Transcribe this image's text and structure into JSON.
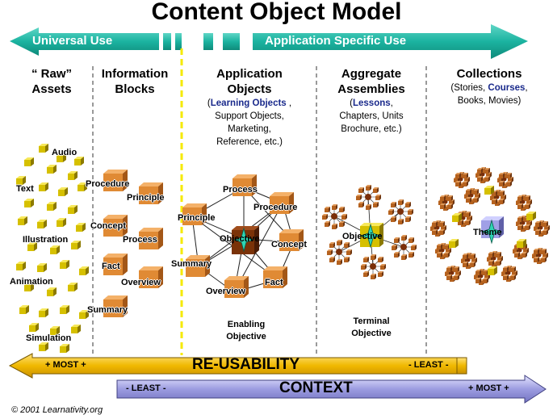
{
  "title": "Content Object Model",
  "top_arrow": {
    "left_label": "Universal Use",
    "right_label": "Application Specific Use",
    "color": "#1bb3a0"
  },
  "columns": {
    "raw_assets": {
      "heading_line1": "“ Raw”",
      "heading_line2": "Assets",
      "items": [
        "Audio",
        "Text",
        "Illustration",
        "Animation",
        "Simulation"
      ]
    },
    "information_blocks": {
      "heading_line1": "Information",
      "heading_line2": "Blocks",
      "items": [
        "Procedure",
        "Principle",
        "Concept",
        "Process",
        "Fact",
        "Overview",
        "Summary"
      ]
    },
    "application_objects": {
      "heading_line1": "Application",
      "heading_line2": "Objects",
      "sub_paren_open": "(",
      "sub_highlight": "Learning Objects",
      "sub_rest1": " ,",
      "sub_line2": "Support Objects,",
      "sub_line3": "Marketing,",
      "sub_line4": "Reference, etc.)",
      "items": [
        "Process",
        "Procedure",
        "Principle",
        "Objective",
        "Concept",
        "Summary",
        "Fact",
        "Overview"
      ],
      "caption_line1": "Enabling",
      "caption_line2": "Objective"
    },
    "aggregate_assemblies": {
      "heading_line1": "Aggregate",
      "heading_line2": "Assemblies",
      "sub_paren_open": "(",
      "sub_highlight": "Lessons",
      "sub_rest1": ",",
      "sub_line2": "Chapters, Units",
      "sub_line3": "Brochure, etc.)",
      "center_label": "Objective",
      "caption_line1": "Terminal",
      "caption_line2": "Objective"
    },
    "collections": {
      "heading_line1": "Collections",
      "sub_line1_a": "(Stories, ",
      "sub_highlight": "Courses",
      "sub_line1_b": ",",
      "sub_line2": "Books, Movies)",
      "center_label": "Theme"
    }
  },
  "reusability_bar": {
    "left": "+ MOST +",
    "center": "RE-USABILITY",
    "right": "- LEAST -",
    "color": "#f0b800"
  },
  "context_bar": {
    "left": "- LEAST -",
    "center": "CONTEXT",
    "right": "+ MOST +",
    "color": "#9c9ce0"
  },
  "copyright": "© 2001  Learnativity.org"
}
